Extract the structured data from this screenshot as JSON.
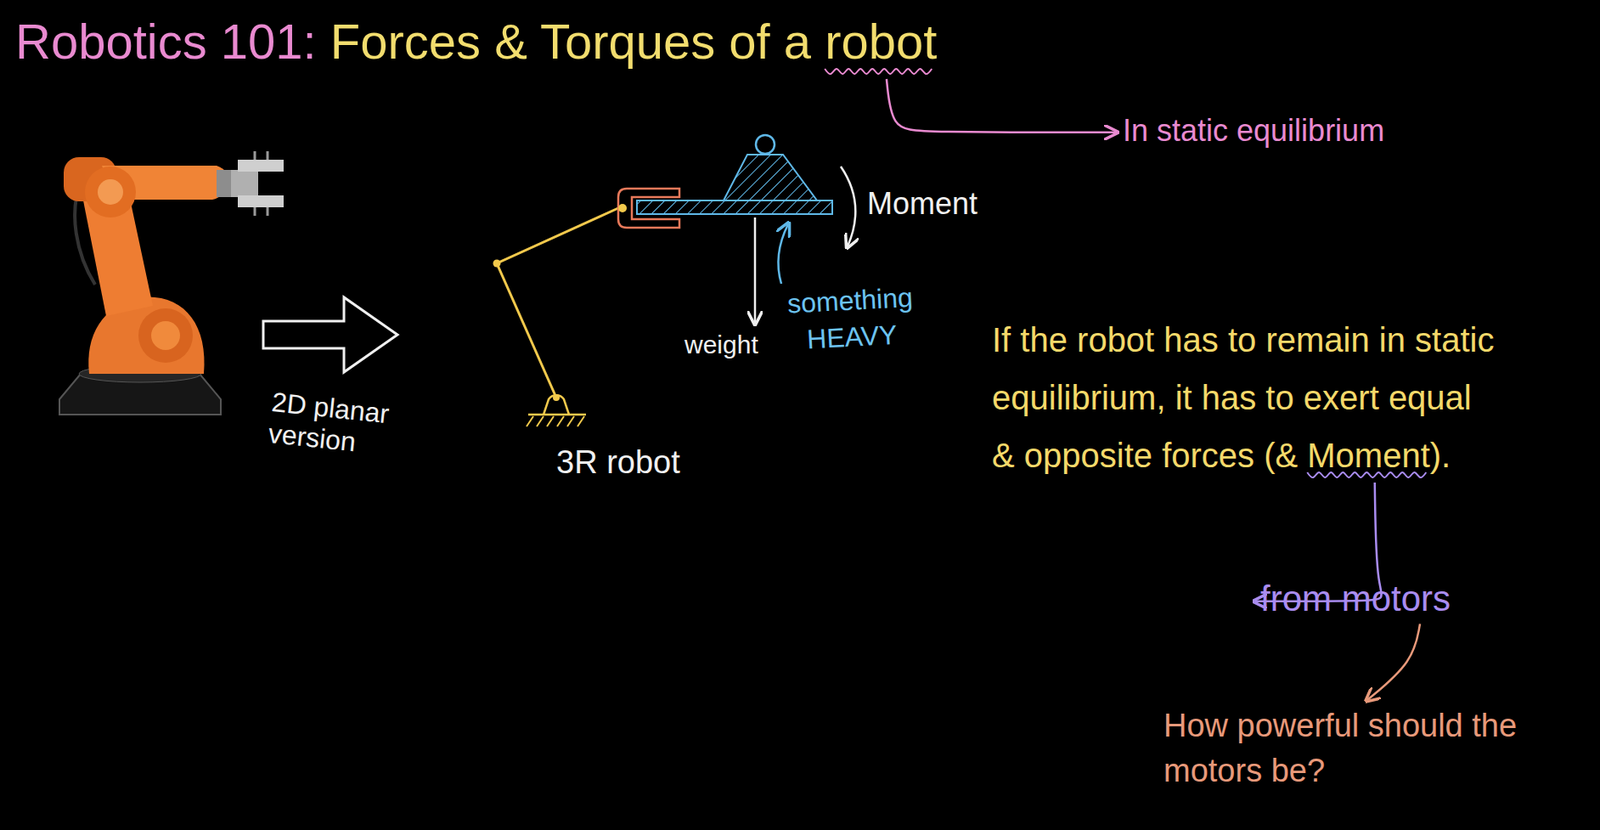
{
  "diagram": {
    "title": "Robotics 101: Forces & Torques of a robot",
    "labels": [
      "In static equilibrium",
      "Moment",
      "weight",
      "something HEAVY",
      "2D planar version",
      "3R robot",
      "If the robot has to remain in static equilibrium, it has to exert equal & opposite forces (& Moment).",
      "from motors",
      "How powerful should the motors be?"
    ]
  }
}
